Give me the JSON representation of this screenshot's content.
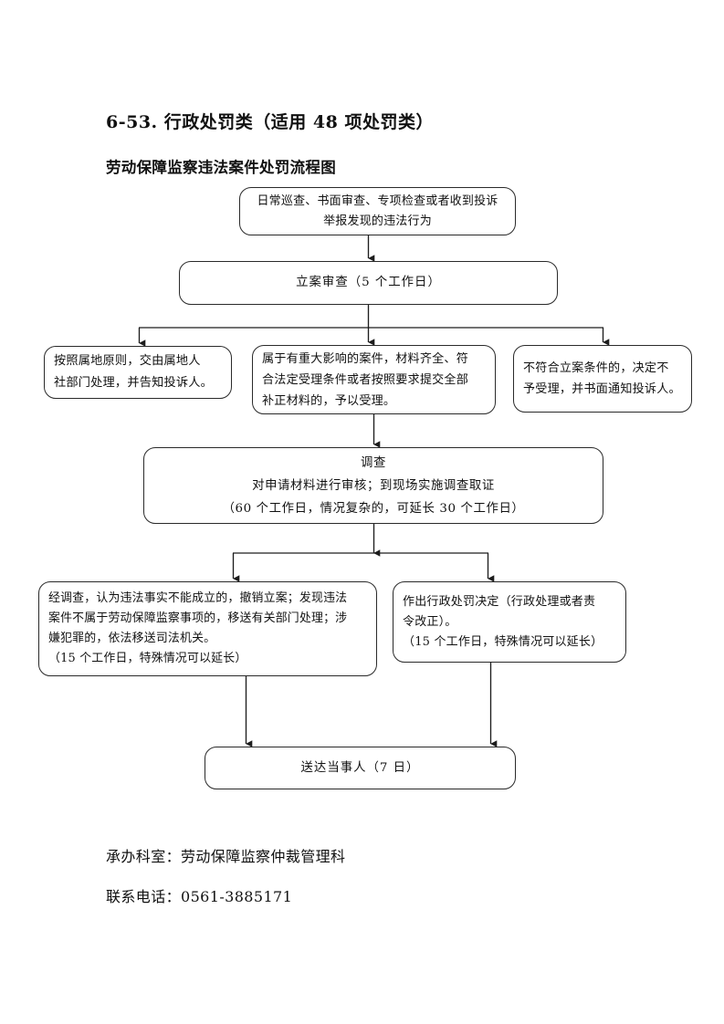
{
  "document": {
    "title": "6-53. 行政处罚类（适用 48 项处罚类）",
    "subtitle": "劳动保障监察违法案件处罚流程图"
  },
  "flowchart": {
    "type": "flowchart",
    "orientation": "top-to-bottom",
    "nodes": [
      {
        "id": "intake",
        "shape": "rounded-rect",
        "align": "center",
        "lines": [
          "日常巡查、书面审查、专项检查或者收到投诉",
          "举报发现的违法行为"
        ]
      },
      {
        "id": "review",
        "shape": "rounded-rect",
        "align": "center",
        "lines": [
          "立案审查（5 个工作日）"
        ]
      },
      {
        "id": "local",
        "shape": "rounded-rect",
        "align": "left",
        "lines": [
          "按照属地原则，交由属地人",
          "社部门处理，并告知投诉人。"
        ]
      },
      {
        "id": "accept",
        "shape": "rounded-rect",
        "align": "left",
        "lines": [
          "属于有重大影响的案件，材料齐全、符",
          "合法定受理条件或者按照要求提交全部",
          "补正材料的，予以受理。"
        ]
      },
      {
        "id": "reject",
        "shape": "rounded-rect",
        "align": "left",
        "lines": [
          "不符合立案条件的，决定不",
          "予受理，并书面通知投诉人。"
        ]
      },
      {
        "id": "investigate",
        "shape": "rounded-rect",
        "align": "center",
        "lines": [
          "调查",
          "对申请材料进行审核；到现场实施调查取证",
          "（60 个工作日，情况复杂的，可延长 30 个工作日）"
        ]
      },
      {
        "id": "close",
        "shape": "rounded-rect",
        "align": "left",
        "lines": [
          "经调查，认为违法事实不能成立的，撤销立案；发现违法",
          "案件不属于劳动保障监察事项的，移送有关部门处理；涉",
          "嫌犯罪的，依法移送司法机关。",
          "（15 个工作日，特殊情况可以延长）"
        ]
      },
      {
        "id": "penalty",
        "shape": "rounded-rect",
        "align": "left",
        "lines": [
          "作出行政处罚决定（行政处理或者责",
          "令改正）。",
          "（15 个工作日，特殊情况可以延长）"
        ]
      },
      {
        "id": "deliver",
        "shape": "rounded-rect",
        "align": "center",
        "lines": [
          "送达当事人（7 日）"
        ]
      }
    ],
    "edges": [
      {
        "from": "intake",
        "to": "review",
        "style": "arrow"
      },
      {
        "from": "review",
        "to": "local",
        "style": "arrow"
      },
      {
        "from": "review",
        "to": "accept",
        "style": "arrow"
      },
      {
        "from": "review",
        "to": "reject",
        "style": "arrow"
      },
      {
        "from": "accept",
        "to": "investigate",
        "style": "arrow"
      },
      {
        "from": "investigate",
        "to": "close",
        "style": "arrow"
      },
      {
        "from": "investigate",
        "to": "penalty",
        "style": "arrow"
      },
      {
        "from": "close",
        "to": "deliver",
        "style": "arrow"
      },
      {
        "from": "penalty",
        "to": "deliver",
        "style": "arrow"
      }
    ]
  },
  "footer": {
    "department": "承办科室：劳动保障监察仲裁管理科",
    "phone": "联系电话：0561-3885171"
  },
  "colors": {
    "text": "#111111",
    "border": "#2a2a2a",
    "background": "#ffffff"
  }
}
